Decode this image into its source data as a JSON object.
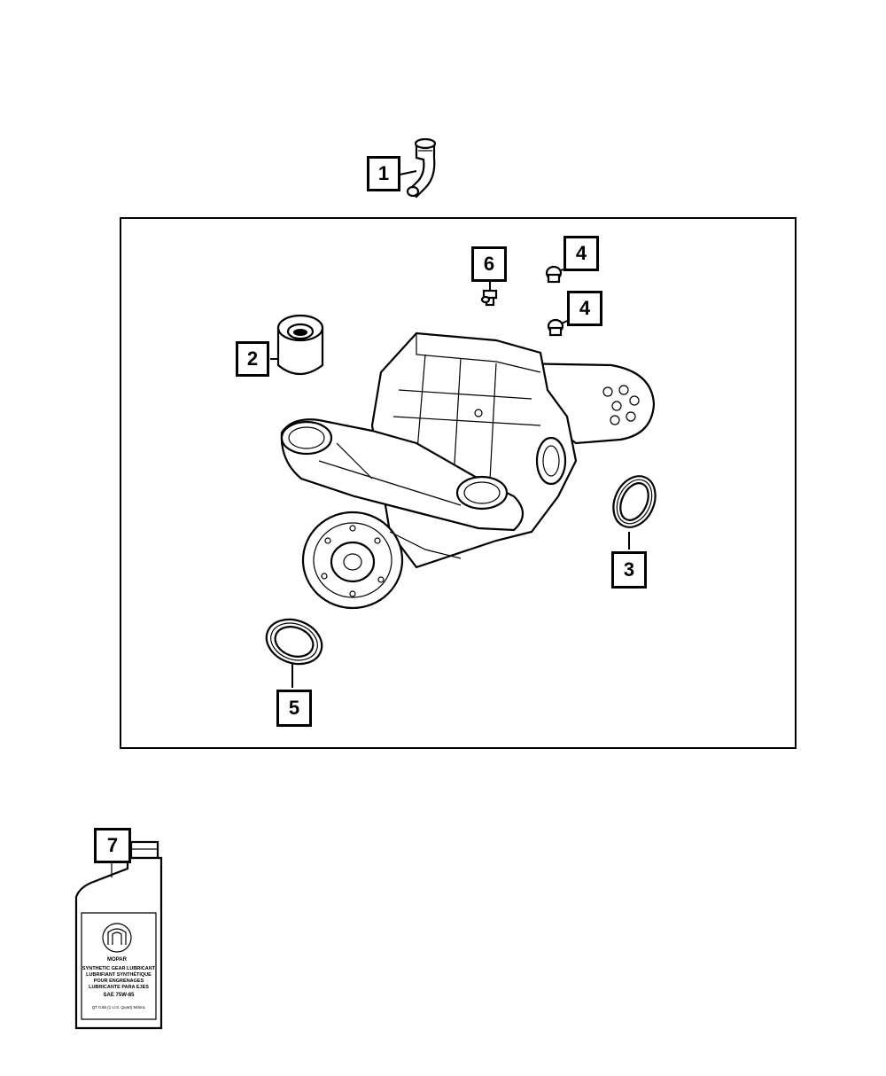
{
  "callouts": {
    "c1": "1",
    "c2": "2",
    "c3": "3",
    "c4a": "4",
    "c4b": "4",
    "c5": "5",
    "c6": "6",
    "c7": "7"
  },
  "bottle_label": {
    "brand": "MOPAR",
    "line1": "SYNTHETIC GEAR LUBRICANT",
    "line2": "LUBRIFIANT SYNTHÉTIQUE",
    "line3": "POUR ENGRENAGES",
    "line4": "LUBRICANTE PARA EJES",
    "grade": "SAE 75W-85",
    "volume": "QT 0.95 (1 U.S. Quart) 946mL"
  }
}
